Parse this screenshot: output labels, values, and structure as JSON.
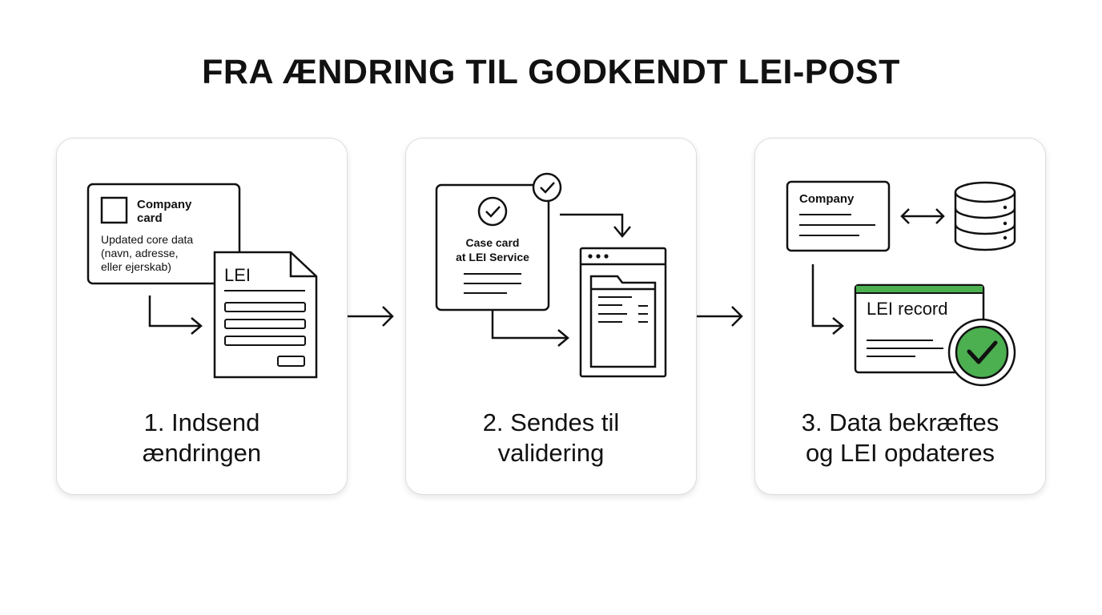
{
  "title": "FRA ÆNDRING TIL GODKENDT LEI-POST",
  "colors": {
    "accent_green": "#4caf50",
    "ink": "#111111",
    "card_border": "#dcdcdc"
  },
  "steps": [
    {
      "label_line1": "1. Indsend",
      "label_line2": "ændringen",
      "company_card": {
        "title_line1": "Company",
        "title_line2": "card",
        "text_line1": "Updated core data",
        "text_line2": "(navn, adresse,",
        "text_line3": "eller ejerskab)"
      },
      "form_title": "LEI"
    },
    {
      "label_line1": "2. Sendes til",
      "label_line2": "validering",
      "case_card": {
        "line1": "Case card",
        "line2": "at LEI Service"
      }
    },
    {
      "label_line1": "3. Data bekræftes",
      "label_line2": "og LEI opdateres",
      "company_title": "Company",
      "record_title": "LEI record"
    }
  ],
  "icons": [
    "document-icon",
    "check-circle-icon",
    "browser-window-icon",
    "folder-icon",
    "database-icon",
    "double-arrow-icon",
    "green-check-badge-icon"
  ]
}
